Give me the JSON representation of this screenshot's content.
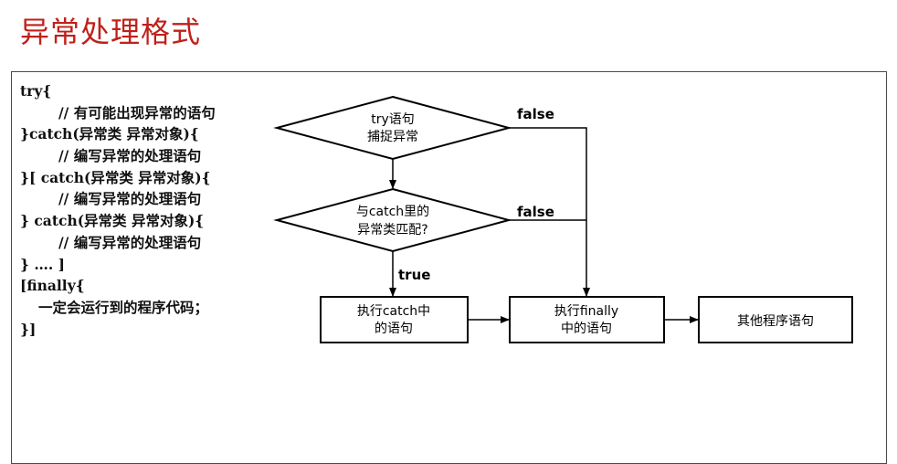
{
  "title": "异常处理格式",
  "code_lines": [
    "try{",
    "// 有可能出现异常的语句",
    "}catch(异常类 异常对象){",
    "// 编写异常的处理语句",
    "}[ catch(异常类 异常对象){",
    "// 编写异常的处理语句",
    "} catch(异常类 异常对象){",
    "// 编写异常的处理语句",
    "} …. ]",
    "[finally{",
    "一定会运行到的程序代码；",
    "}]"
  ],
  "flowchart": {
    "decision_try": {
      "line1": "try语句",
      "line2": "捕捉异常"
    },
    "decision_match": {
      "line1": "与catch里的",
      "line2": "异常类匹配?"
    },
    "box_catch": {
      "line1": "执行catch中",
      "line2": "的语句"
    },
    "box_finally": {
      "line1": "执行finally",
      "line2": "中的语句"
    },
    "box_other": {
      "line1": "其他程序语句"
    },
    "label_false_1": "false",
    "label_false_2": "false",
    "label_true": "true"
  },
  "colors": {
    "title": "#c0201a",
    "lines": "#000000"
  }
}
